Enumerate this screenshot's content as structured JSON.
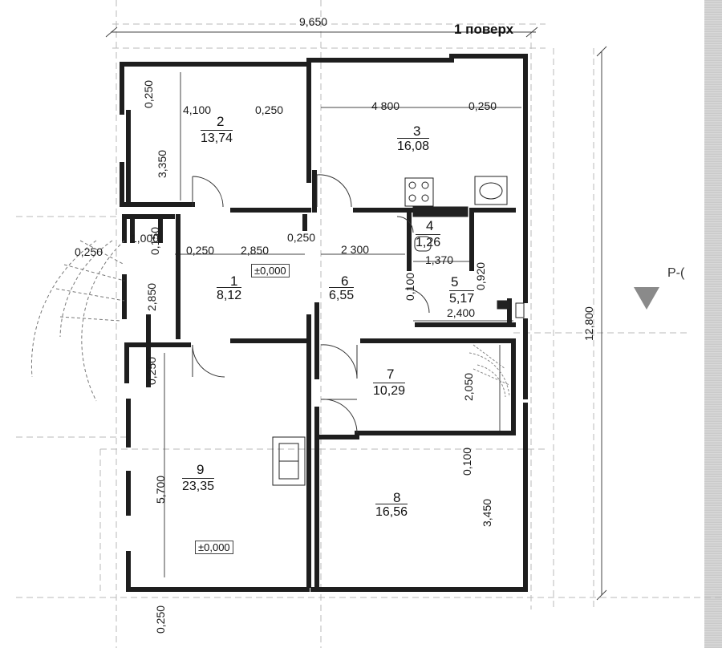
{
  "title": "1 поверх",
  "section_mark": "Р-(",
  "dimensions": {
    "total_width": "9,650",
    "total_height": "12,800",
    "d_0250_top_left": "0,250",
    "d_4100": "4,100",
    "d_0250_r2": "0,250",
    "d_4800": "4 800",
    "d_0250_r3": "0,250",
    "d_3350": "3,350",
    "d_1000": "1,000",
    "d_0150": "0,150",
    "d_0250_outside": "0,250",
    "d_0250_mid": "0,250",
    "d_2850_h": "2,850",
    "d_0250_c": "0,250",
    "d_2300": "2 300",
    "d_1370": "1,370",
    "d_0920": "0,920",
    "d_0100_v": "0,100",
    "d_2400": "2,400",
    "d_2850_v": "2,850",
    "d_0250_left": "0,250",
    "d_2050": "2,050",
    "d_0100_r8": "0,100",
    "d_5700": "5,700",
    "d_3450": "3,450",
    "d_0250_bottom": "0,250"
  },
  "rooms": [
    {
      "no": "1",
      "area": "8,12"
    },
    {
      "no": "2",
      "area": "13,74"
    },
    {
      "no": "3",
      "area": "16,08"
    },
    {
      "no": "4",
      "area": "1,26"
    },
    {
      "no": "5",
      "area": "5,17"
    },
    {
      "no": "6",
      "area": "6,55"
    },
    {
      "no": "7",
      "area": "10,29"
    },
    {
      "no": "8",
      "area": "16,56"
    },
    {
      "no": "9",
      "area": "23,35"
    }
  ],
  "levels": {
    "hall": "±0,000",
    "room9": "±0,000"
  }
}
